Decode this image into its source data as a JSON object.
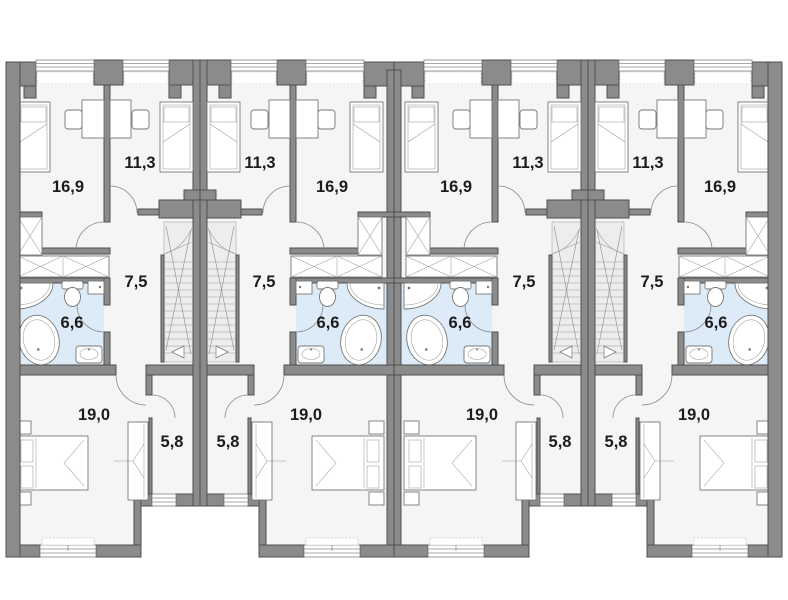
{
  "colors": {
    "wall_fill": "#8b8b8b",
    "wall_outline": "#4f4f4f",
    "floor": "#f5f5f3",
    "bathroom_floor": "#dcebf7",
    "stairs_fill": "#ededed",
    "label_text": "#1c1c1c",
    "fixture_stroke": "#777777",
    "background": "#ffffff"
  },
  "units": [
    {
      "name": "unit-1",
      "mirrored": false,
      "rooms": {
        "bedroom_large": "16,9",
        "bedroom_small": "11,3",
        "hall": "7,5",
        "bathroom": "6,6",
        "master_bedroom": "19,0",
        "dressing": "5,8"
      }
    },
    {
      "name": "unit-2",
      "mirrored": true,
      "rooms": {
        "bedroom_large": "16,9",
        "bedroom_small": "11,3",
        "hall": "7,5",
        "bathroom": "6,6",
        "master_bedroom": "19,0",
        "dressing": "5,8"
      }
    },
    {
      "name": "unit-3",
      "mirrored": false,
      "rooms": {
        "bedroom_large": "16,9",
        "bedroom_small": "11,3",
        "hall": "7,5",
        "bathroom": "6,6",
        "master_bedroom": "19,0",
        "dressing": "5,8"
      }
    },
    {
      "name": "unit-4",
      "mirrored": true,
      "rooms": {
        "bedroom_large": "16,9",
        "bedroom_small": "11,3",
        "hall": "7,5",
        "bathroom": "6,6",
        "master_bedroom": "19,0",
        "dressing": "5,8"
      }
    }
  ]
}
